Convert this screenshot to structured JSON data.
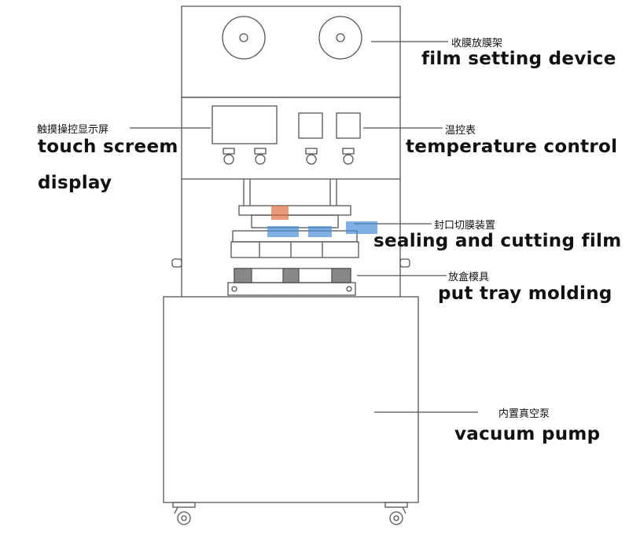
{
  "callouts": {
    "film": {
      "cn": "收膜放膜架",
      "en": "film setting device"
    },
    "touch": {
      "cn": "触摸操控显示屏",
      "en_line1": "touch screem",
      "en_line2": "display"
    },
    "temp": {
      "cn": "温控表",
      "en": "temperature control"
    },
    "seal": {
      "cn": "封口切膜装置",
      "en": "sealing and cutting film"
    },
    "tray": {
      "cn": "放盒模具",
      "en": "put tray molding"
    },
    "pump": {
      "cn": "内置真空泵",
      "en": "vacuum pump"
    }
  },
  "colors": {
    "line": "#555555",
    "accent_orange": "#e07040",
    "accent_blue": "#4a8fd8"
  }
}
